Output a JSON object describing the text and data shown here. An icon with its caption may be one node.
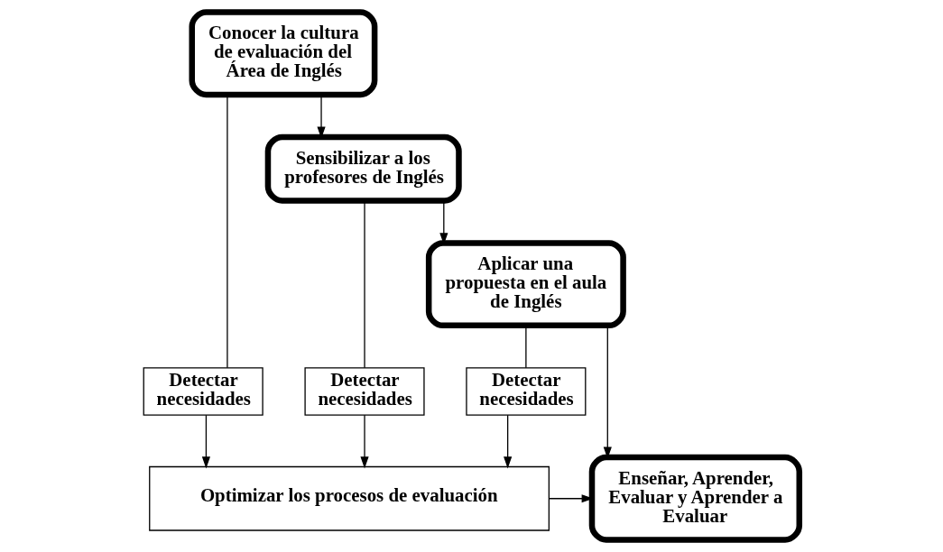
{
  "diagram": {
    "nodes": [
      {
        "text": [
          "Conocer la cultura de evaluación del Área de Inglés"
        ]
      },
      {
        "text": [
          "Sensibilizar a los profesores de Inglés"
        ]
      },
      {
        "text": [
          "Aplicar una propuesta en el aula de Inglés"
        ]
      },
      {
        "text": [
          "Detectar necesidades"
        ]
      },
      {
        "text": [
          "Detectar necesidades"
        ]
      },
      {
        "text": [
          "Detectar necesidades"
        ]
      },
      {
        "text": [
          "Optimizar los procesos de evaluación"
        ]
      },
      {
        "text": [
          "Enseñar, Aprender, Evaluar y Aprender a Evaluar"
        ]
      }
    ],
    "edges": [
      {
        "from": 0,
        "to": 1,
        "arrow": "to"
      },
      {
        "from": 1,
        "to": 2,
        "arrow": "to"
      },
      {
        "from": 2,
        "to": 7,
        "arrow": "to"
      },
      {
        "from": 0,
        "to": 3,
        "arrow": "none"
      },
      {
        "from": 1,
        "to": 4,
        "arrow": "none"
      },
      {
        "from": 2,
        "to": 5,
        "arrow": "none"
      },
      {
        "from": 3,
        "to": 6,
        "arrow": "to"
      },
      {
        "from": 4,
        "to": 6,
        "arrow": "to"
      },
      {
        "from": 5,
        "to": 6,
        "arrow": "to"
      },
      {
        "from": 6,
        "to": 7,
        "arrow": "to"
      }
    ]
  }
}
